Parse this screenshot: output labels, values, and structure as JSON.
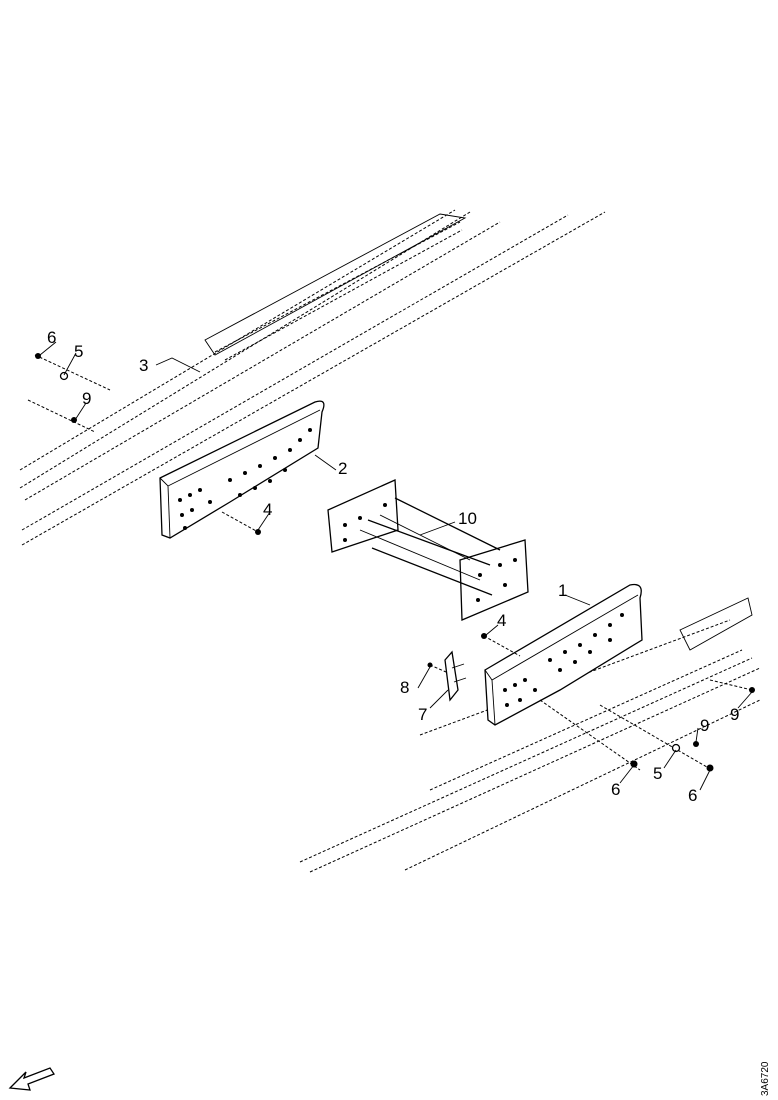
{
  "callouts": {
    "c1": "1",
    "c2": "2",
    "c3": "3",
    "c4a": "4",
    "c4b": "4",
    "c5a": "5",
    "c5b": "5",
    "c6a": "6",
    "c6b": "6",
    "c6c": "6",
    "c7": "7",
    "c8": "8",
    "c9a": "9",
    "c9b": "9",
    "c9c": "9",
    "c10": "10"
  },
  "drawing_id": "3A6720",
  "icons": {
    "direction_arrow": "front-direction-arrow-icon"
  }
}
